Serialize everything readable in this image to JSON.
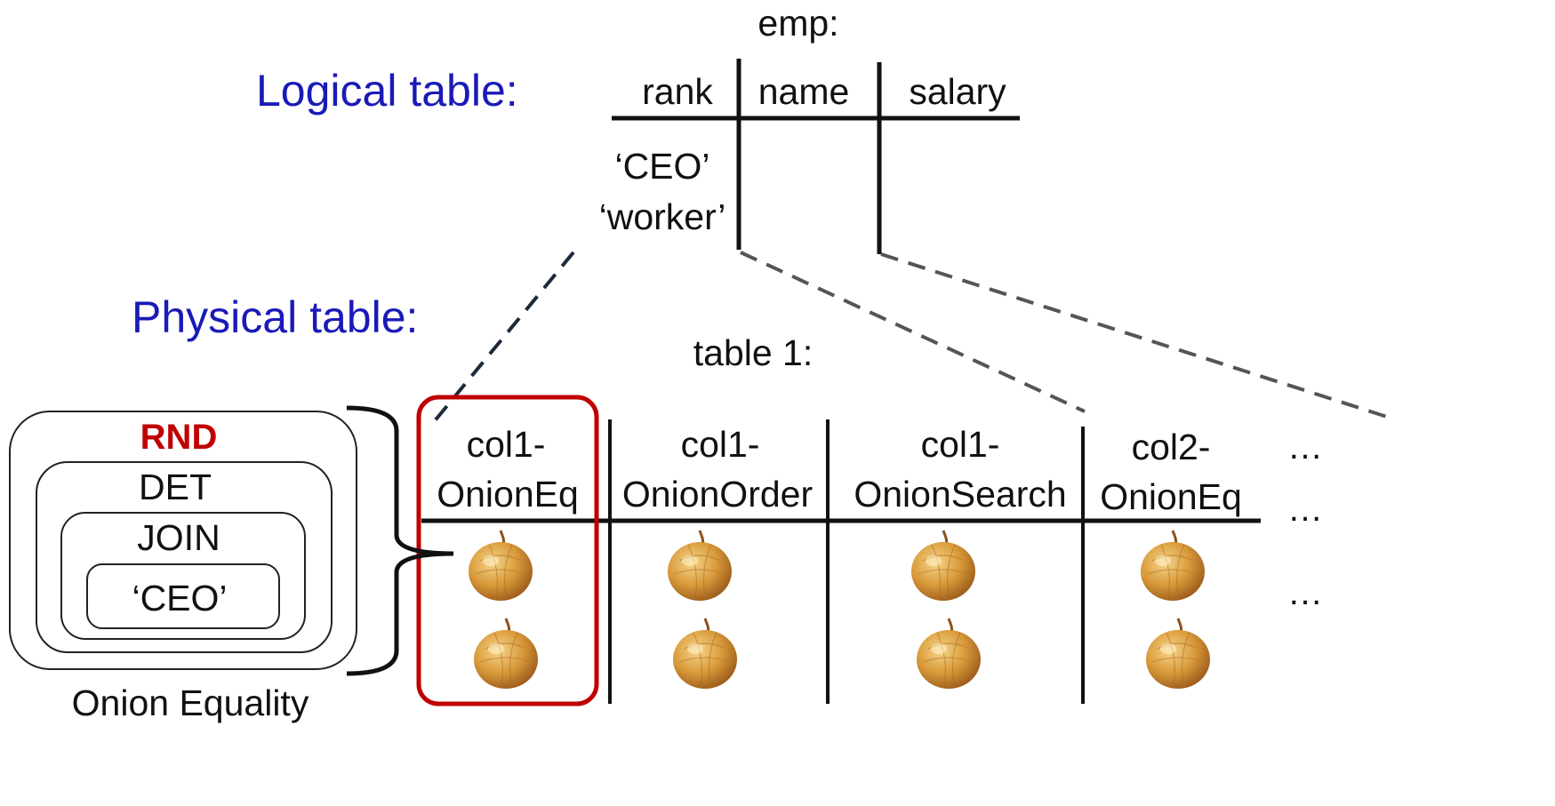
{
  "logical": {
    "heading": "Logical table:",
    "table_name": "emp:",
    "columns": [
      "rank",
      "name",
      "salary"
    ],
    "rows": [
      "‘CEO’",
      "‘worker’"
    ]
  },
  "physical": {
    "heading": "Physical table:",
    "table_name": "table 1:",
    "columns": [
      {
        "line1": "col1-",
        "line2": "OnionEq"
      },
      {
        "line1": "col1-",
        "line2": "OnionOrder"
      },
      {
        "line1": "col1-",
        "line2": "OnionSearch"
      },
      {
        "line1": "col2-",
        "line2": "OnionEq"
      }
    ],
    "ellipsis": [
      "…",
      "…",
      "…"
    ],
    "onion_rows": 2
  },
  "onion_equality": {
    "layers": [
      "RND",
      "DET",
      "JOIN",
      "‘CEO’"
    ],
    "caption": "Onion Equality"
  },
  "colors": {
    "heading": "#1a1ab8",
    "highlight": "#c00000",
    "line": "#111111",
    "dash_dark": "#1c2a3a",
    "dash_gray": "#555555"
  },
  "icons": {
    "onion": "onion-icon"
  }
}
